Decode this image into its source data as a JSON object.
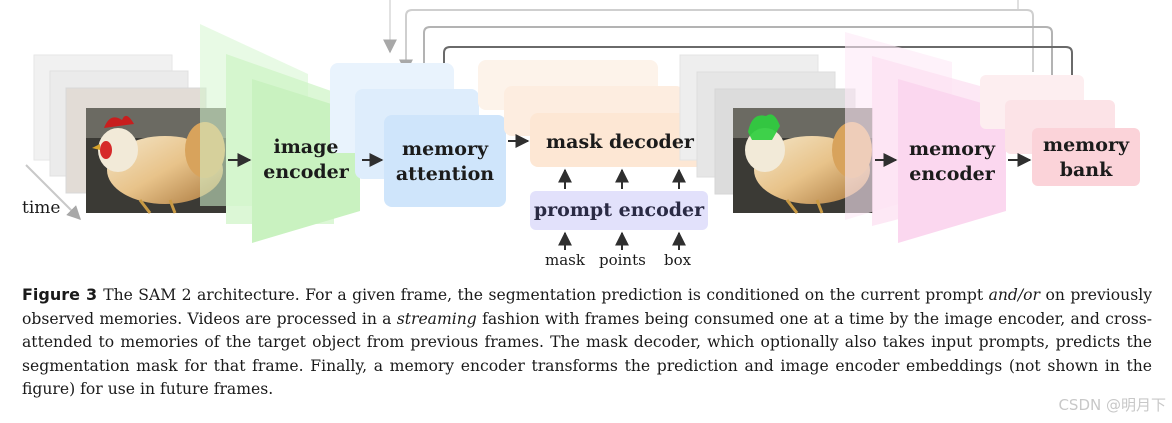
{
  "diagram": {
    "time_label": "time",
    "image_encoder": "image\nencoder",
    "memory_attention": "memory\nattention",
    "mask_decoder": "mask decoder",
    "prompt_encoder": "prompt encoder",
    "prompt_inputs": [
      "mask",
      "points",
      "box"
    ],
    "memory_encoder": "memory\nencoder",
    "memory_bank": "memory\nbank",
    "colors": {
      "image_encoder": "#c9f2c0",
      "memory_attention": "#cfe5fb",
      "mask_decoder": "#fde7d4",
      "prompt_encoder": "#e2e1fb",
      "memory_encoder": "#fbd7ef",
      "memory_bank": "#fbd3d9",
      "arrow": "#2f2f2f",
      "feedback": "#9a9a9a"
    }
  },
  "caption": {
    "figure_label": "Figure 3",
    "part1": "The SAM 2 architecture. For a given frame, the segmentation prediction is conditioned on the current prompt ",
    "italic1": "and/or",
    "part2": " on previously observed memories. Videos are processed in a ",
    "italic2": "streaming",
    "part3": " fashion with frames being consumed one at a time by the image encoder, and cross-attended to memories of the target object from previous frames. The mask decoder, which optionally also takes input prompts, predicts the segmentation mask for that frame. Finally, a memory encoder transforms the prediction and image encoder embeddings (not shown in the figure) for use in future frames."
  },
  "watermark": "CSDN @明月下"
}
